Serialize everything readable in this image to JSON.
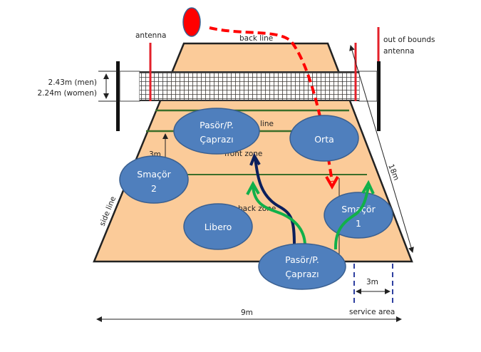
{
  "colors": {
    "court": "#fbcb99",
    "court_outline": "#222222",
    "attack_line": "#3b6e2a",
    "player_fill": "#4f7fbd",
    "player_stroke": "#3a5f8f",
    "ball": "#ff0000",
    "ball_stroke": "#3a5f8f",
    "antenna": "#e3202a",
    "ball_path": "#ff0000",
    "setter_path": "#0b1f5c",
    "attack_path": "#11b04a",
    "service_area": "#2e3fa0"
  },
  "labels": {
    "antenna": "antenna",
    "out_of_bounds_1": "out of bounds",
    "out_of_bounds_2": "antenna",
    "back_line": "back line",
    "net_height_men": "2.43m (men)",
    "net_height_women": "2.24m (women)",
    "attack_line": "line",
    "front_zone": "front zone",
    "back_zone": "back zone",
    "three_m_left": "3m",
    "side_line": "side line",
    "length": "18m",
    "width": "9m",
    "service_3m": "3m",
    "service_area": "service area"
  },
  "players": [
    {
      "id": "setter-front",
      "line1": "Pasör/P.",
      "line2": "Çaprazı"
    },
    {
      "id": "middle",
      "line1": "Orta",
      "line2": ""
    },
    {
      "id": "spiker-2",
      "line1": "Smaçör",
      "line2": "2"
    },
    {
      "id": "libero",
      "line1": "Libero",
      "line2": ""
    },
    {
      "id": "spiker-1",
      "line1": "Smaçör",
      "line2": "1"
    },
    {
      "id": "setter-back",
      "line1": "Pasör/P.",
      "line2": "Çaprazı"
    }
  ]
}
